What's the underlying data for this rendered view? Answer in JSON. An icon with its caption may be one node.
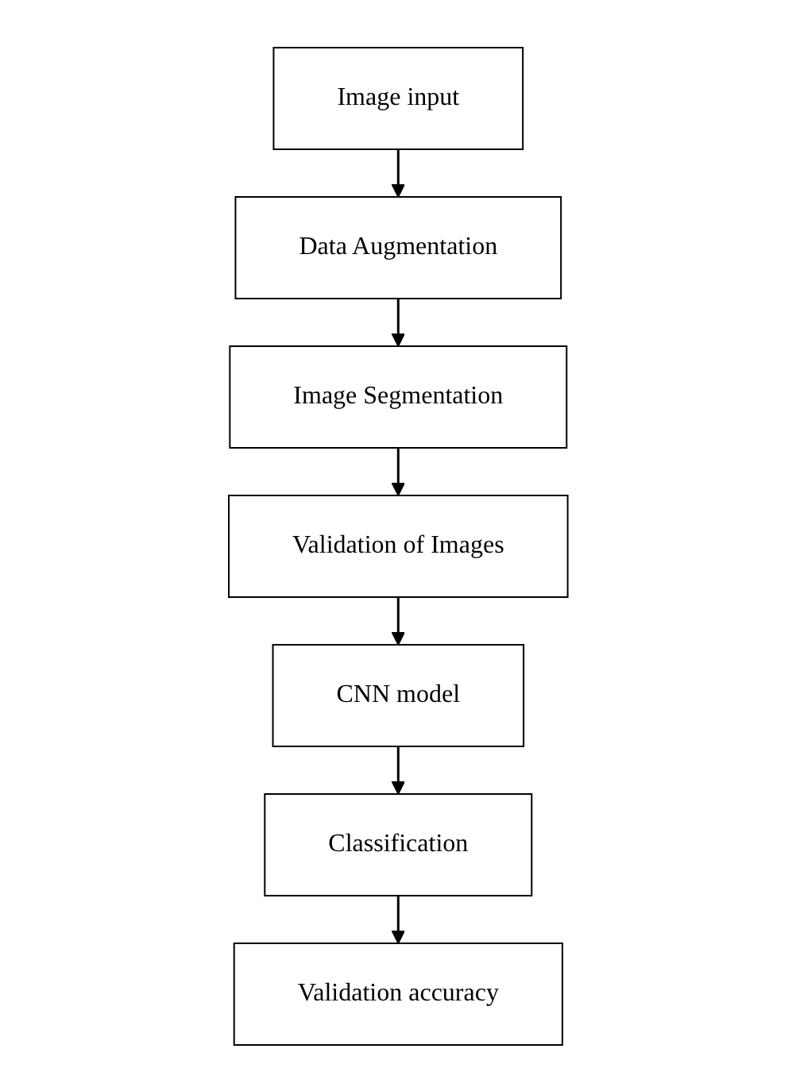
{
  "diagram": {
    "nodes": [
      {
        "text": [
          "Image input"
        ]
      },
      {
        "text": [
          "Data Augmentation"
        ]
      },
      {
        "text": [
          "Image Segmentation"
        ]
      },
      {
        "text": [
          "Validation of Images"
        ]
      },
      {
        "text": [
          "CNN model"
        ]
      },
      {
        "text": [
          "Classification"
        ]
      },
      {
        "text": [
          "Validation accuracy"
        ]
      }
    ],
    "edges": [
      {
        "from": 0,
        "to": 1,
        "arrow": "to"
      },
      {
        "from": 1,
        "to": 2,
        "arrow": "to"
      },
      {
        "from": 2,
        "to": 3,
        "arrow": "to"
      },
      {
        "from": 3,
        "to": 4,
        "arrow": "to"
      },
      {
        "from": 4,
        "to": 5,
        "arrow": "to"
      },
      {
        "from": 5,
        "to": 6,
        "arrow": "to"
      }
    ]
  }
}
